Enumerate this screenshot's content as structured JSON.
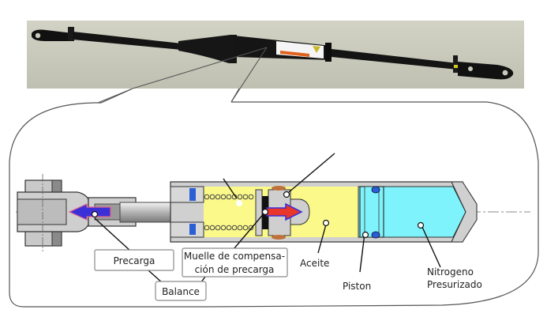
{
  "figure": {
    "description": "Suspension stabilizer unit photo with cross-section cutaway",
    "photo_label_text": "",
    "colors": {
      "oil": "#fbf98a",
      "nitrogen": "#7ff3fb",
      "metal": "#c4c4c4",
      "metal_dark": "#8c8c8c",
      "seal": "#2a5fd6",
      "arrow_preload": "#3b2fd8",
      "arrow_balance": "#e8362a",
      "photo_bg": "#c9cabb",
      "outline": "#555555"
    }
  },
  "labels": {
    "precarga": "Precarga",
    "balance": "Balance",
    "muelle_line1": "Muelle de compensa-",
    "muelle_line2": "ción de precarga",
    "aceite": "Aceite",
    "piston": "Piston",
    "nitrogeno_line1": "Nitrogeno",
    "nitrogeno_line2": "Presurizado"
  }
}
